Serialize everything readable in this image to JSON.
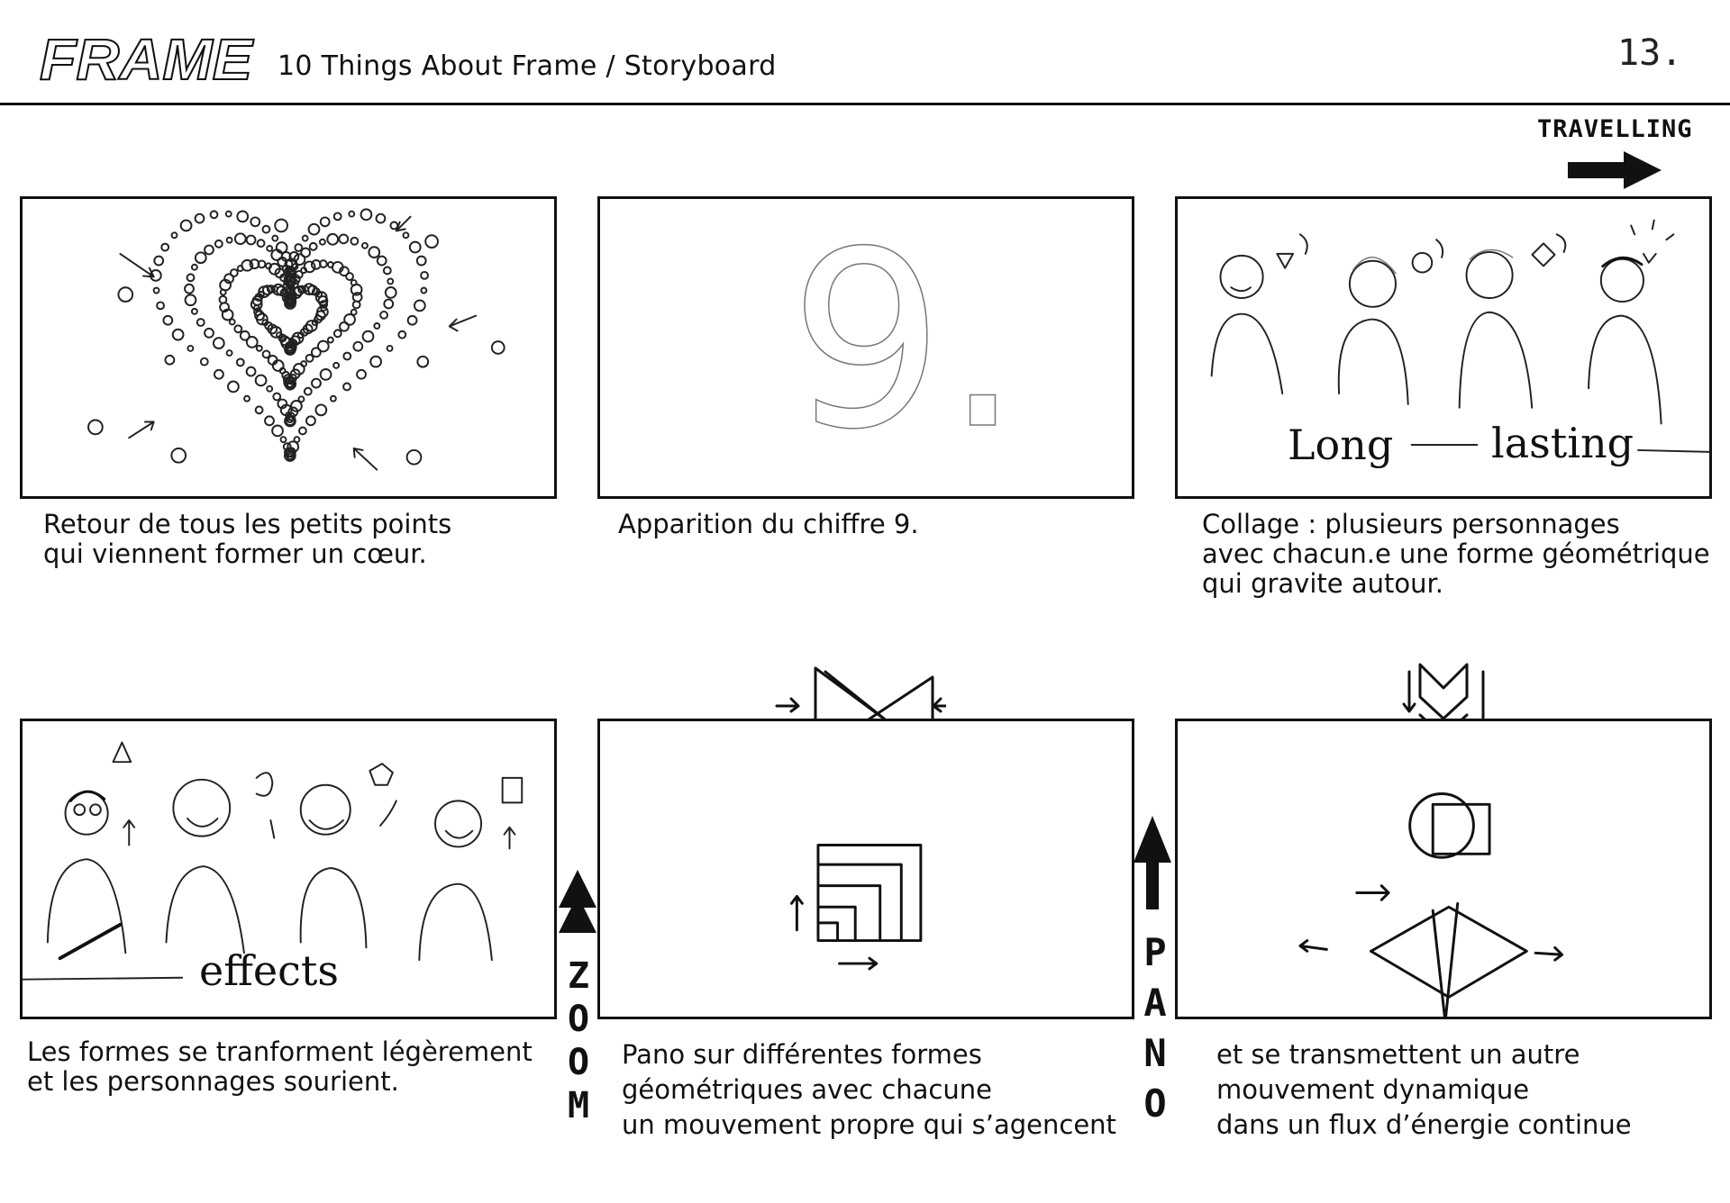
{
  "header": {
    "logo": "FRAME",
    "title": "10 Things About Frame / Storyboard",
    "page_number": "13."
  },
  "camera_moves": {
    "travelling": "TRAVELLING",
    "zoom": [
      "Z",
      "O",
      "O",
      "M"
    ],
    "pano": [
      "P",
      "A",
      "N",
      "O"
    ]
  },
  "panels": [
    {
      "id": 1,
      "caption": [
        "Retour de tous les petits points",
        "qui viennent former un cœur."
      ]
    },
    {
      "id": 2,
      "caption": [
        "Apparition du chiffre 9."
      ],
      "figure_text": "9."
    },
    {
      "id": 3,
      "caption": [
        "Collage : plusieurs personnages",
        "avec chacun.e une forme géométrique",
        "qui gravite autour."
      ],
      "overlay_words": [
        "Long",
        "lasting"
      ]
    },
    {
      "id": 4,
      "caption": [
        "Les formes se tranforment légèrement",
        "et les personnages sourient."
      ],
      "overlay_words": [
        "effects"
      ]
    },
    {
      "id": 5,
      "caption": [
        "Pano sur différentes formes",
        "géométriques avec chacune",
        "un mouvement propre qui s’agencent"
      ]
    },
    {
      "id": 6,
      "caption": [
        "et se transmettent un autre",
        "mouvement dynamique",
        "dans un flux d’énergie continue"
      ]
    }
  ]
}
